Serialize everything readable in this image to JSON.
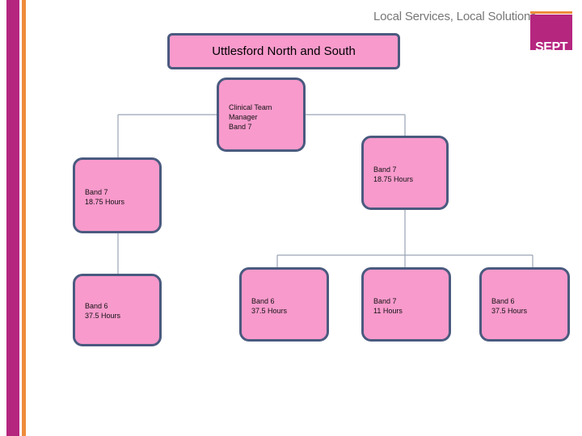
{
  "header": {
    "tagline": "Local Services, Local Solutions",
    "logo_text": "SEPT"
  },
  "colors": {
    "box_fill": "#f89acc",
    "box_border": "#4a5a7f",
    "stripe_purple": "#b5267f",
    "stripe_orange": "#ef8b3b"
  },
  "title": "Uttlesford North and South",
  "nodes": {
    "manager": "Clinical Team\nManager\nBand 7",
    "band7_right": "Band 7\n18.75 Hours",
    "band7_left": "Band 7\n18.75 Hours",
    "band6_left": "Band 6\n37.5 Hours",
    "band6_a": "Band 6\n37.5 Hours",
    "band7_b": "Band 7\n11 Hours",
    "band6_c": "Band 6\n37.5 Hours"
  }
}
